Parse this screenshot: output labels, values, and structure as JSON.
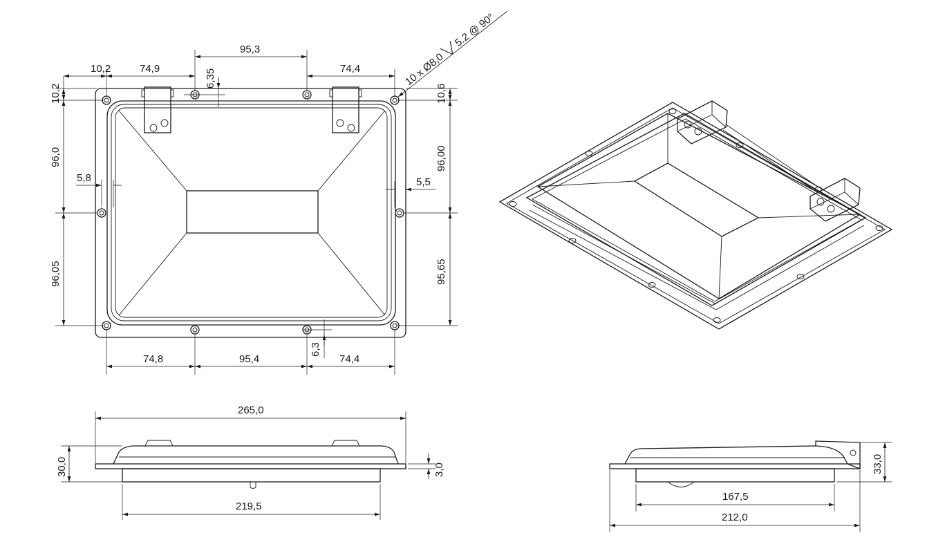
{
  "colors": {
    "line": "#1a1a1a",
    "background": "#ffffff"
  },
  "front_view": {
    "top": {
      "d1": "10,2",
      "d2": "74,9",
      "d3": "95,3",
      "d4": "74,4",
      "d5": "6,35"
    },
    "hole_note": "10 x Ø8,0 ╲╱ 5.2 @ 90°",
    "left": {
      "d1": "10,2",
      "d2": "96,0",
      "d3": "5,8",
      "d4": "96,05"
    },
    "right": {
      "d1": "10,6",
      "d2": "96,00",
      "d3": "5,5",
      "d4": "95,65"
    },
    "bottom": {
      "d1": "74,8",
      "d2": "95,4",
      "d3": "74,4",
      "d4": "6,3"
    }
  },
  "side_view": {
    "width": "265,0",
    "height": "30,0",
    "flange": "3,0",
    "inner": "219,5"
  },
  "end_view": {
    "height": "33,0",
    "inner": "167,5",
    "width": "212,0"
  }
}
